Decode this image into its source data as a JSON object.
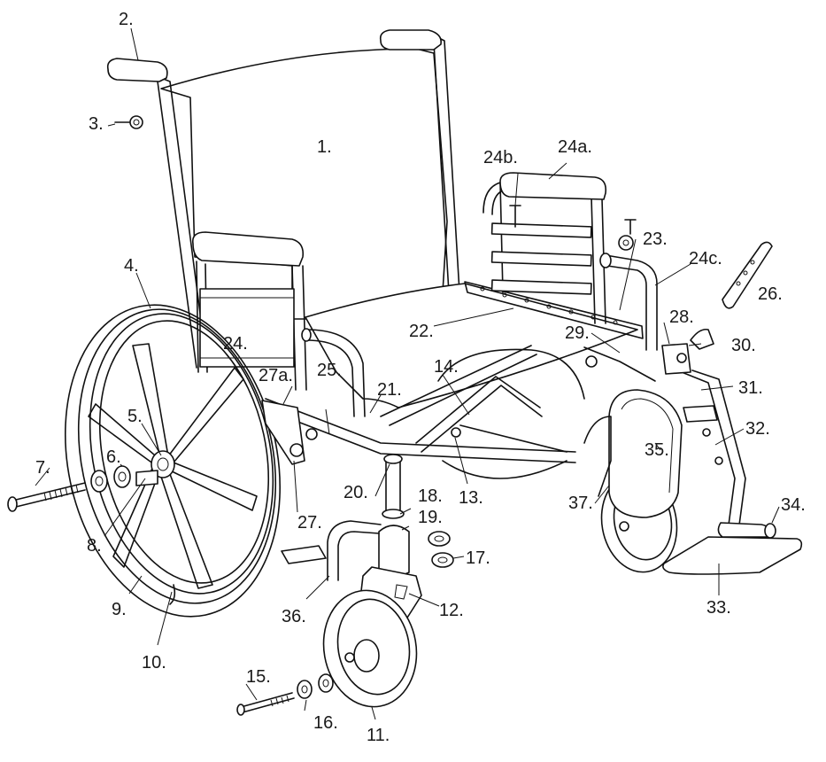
{
  "callouts": {
    "c1": "1.",
    "c2": "2.",
    "c3": "3.",
    "c4": "4.",
    "c5": "5.",
    "c6": "6.",
    "c7": "7.",
    "c8": "8.",
    "c9": "9.",
    "c10": "10.",
    "c11": "11.",
    "c12": "12.",
    "c13": "13.",
    "c14": "14.",
    "c15": "15.",
    "c16": "16.",
    "c17": "17.",
    "c18": "18.",
    "c19": "19.",
    "c20": "20.",
    "c21": "21.",
    "c22": "22.",
    "c23": "23.",
    "c24": "24.",
    "c24a": "24a.",
    "c24b": "24b.",
    "c24c": "24c.",
    "c25": "25.",
    "c26": "26.",
    "c27": "27.",
    "c27a": "27a.",
    "c28": "28.",
    "c29": "29.",
    "c30": "30.",
    "c31": "31.",
    "c32": "32.",
    "c33": "33.",
    "c34": "34.",
    "c35": "35.",
    "c36": "36.",
    "c37": "37."
  }
}
